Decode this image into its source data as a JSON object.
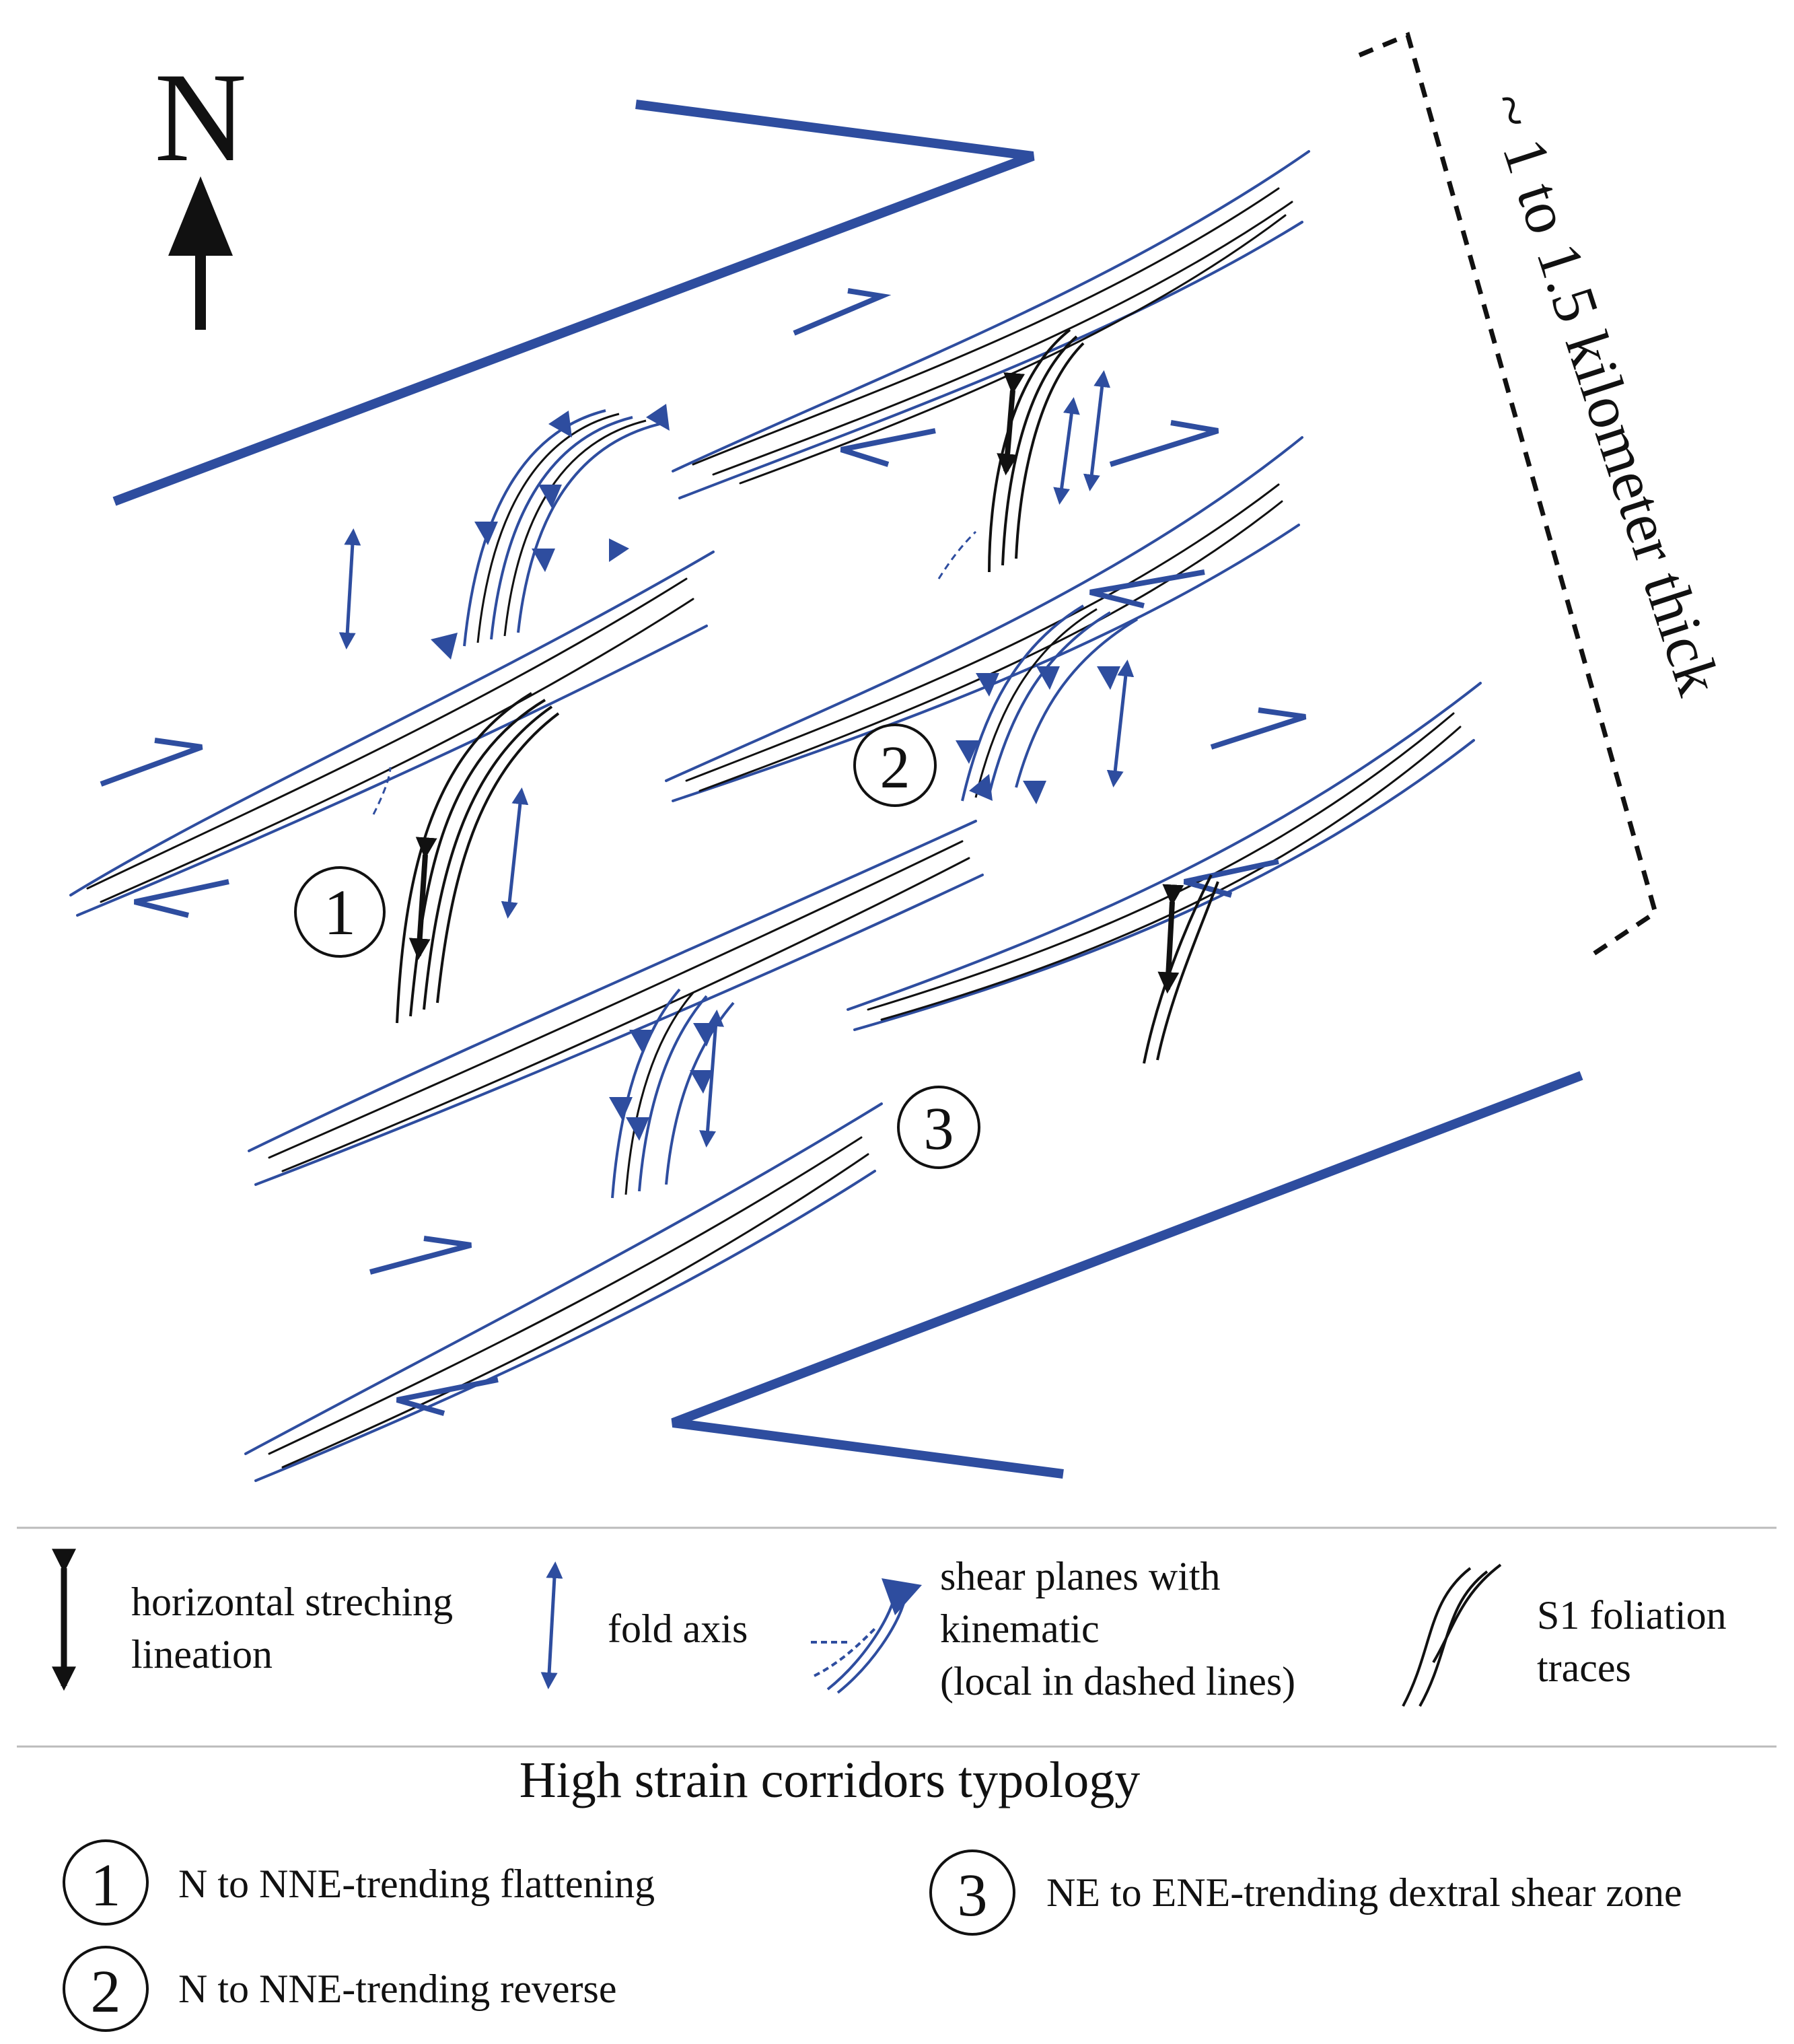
{
  "diagram": {
    "north_label": "N",
    "thickness_label": "~ 1 to 1.5 kilometer thick",
    "corridor_numbers": [
      "1",
      "2",
      "3"
    ],
    "colors": {
      "blue": "#2e4d9f",
      "black": "#111111"
    }
  },
  "legend": {
    "stretching_label_1": "horizontal streching",
    "stretching_label_2": "lineation",
    "fold_axis_label": "fold axis",
    "shear_label_1": "shear planes with",
    "shear_label_2": "kinematic",
    "shear_label_3": "(local in dashed lines)",
    "foliation_label_1": "S1 foliation",
    "foliation_label_2": "traces"
  },
  "typology": {
    "title": "High strain corridors typology",
    "items": [
      {
        "number": "1",
        "label": "N to NNE-trending flattening"
      },
      {
        "number": "2",
        "label": "N to NNE-trending reverse"
      },
      {
        "number": "3",
        "label": "NE to ENE-trending dextral shear zone"
      }
    ]
  }
}
